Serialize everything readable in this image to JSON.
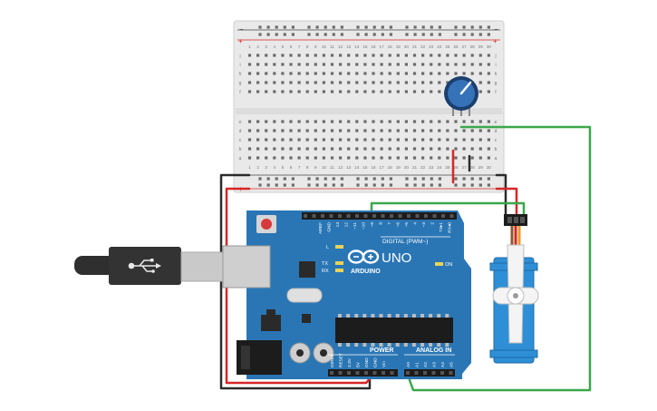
{
  "breadboard": {
    "columns": [
      "1",
      "2",
      "3",
      "4",
      "5",
      "6",
      "7",
      "8",
      "9",
      "10",
      "11",
      "12",
      "13",
      "14",
      "15",
      "16",
      "17",
      "18",
      "19",
      "20",
      "21",
      "22",
      "23",
      "24",
      "25",
      "26",
      "27",
      "28",
      "29",
      "30"
    ],
    "rows_top": [
      "j",
      "i",
      "h",
      "g",
      "f"
    ],
    "rows_bottom": [
      "e",
      "d",
      "c",
      "b",
      "a"
    ],
    "rail_minus": "−",
    "rail_plus": "+"
  },
  "arduino": {
    "logo_text": "ARDUINO",
    "model": "UNO",
    "digital_label": "DIGITAL (PWM~)",
    "power_label": "POWER",
    "analog_label": "ANALOG IN",
    "on_label": "ON",
    "l_label": "L",
    "tx_label": "TX",
    "rx_label": "RX",
    "top_pins": [
      "AREF",
      "GND",
      "13",
      "12",
      "~11",
      "~10",
      "~9",
      "8",
      "7",
      "~6",
      "~5",
      "4",
      "~3",
      "2",
      "TX▸1",
      "RX◂0"
    ],
    "power_pins": [
      "IOREF",
      "RESET",
      "3.3V",
      "5V",
      "GND",
      "GND",
      "Vin"
    ],
    "analog_pins": [
      "A0",
      "A1",
      "A2",
      "A3",
      "A4",
      "A5"
    ]
  },
  "colors": {
    "board": "#2a76b5",
    "breadboard": "#e9e9e9",
    "wire_red": "#d72626",
    "wire_black": "#2b2b2b",
    "wire_green": "#3aa84a",
    "servo": "#2e8fd6",
    "knob": "#3672b8"
  },
  "icons": {
    "usb": "usb-icon",
    "infinity": "infinity-logo-icon"
  }
}
